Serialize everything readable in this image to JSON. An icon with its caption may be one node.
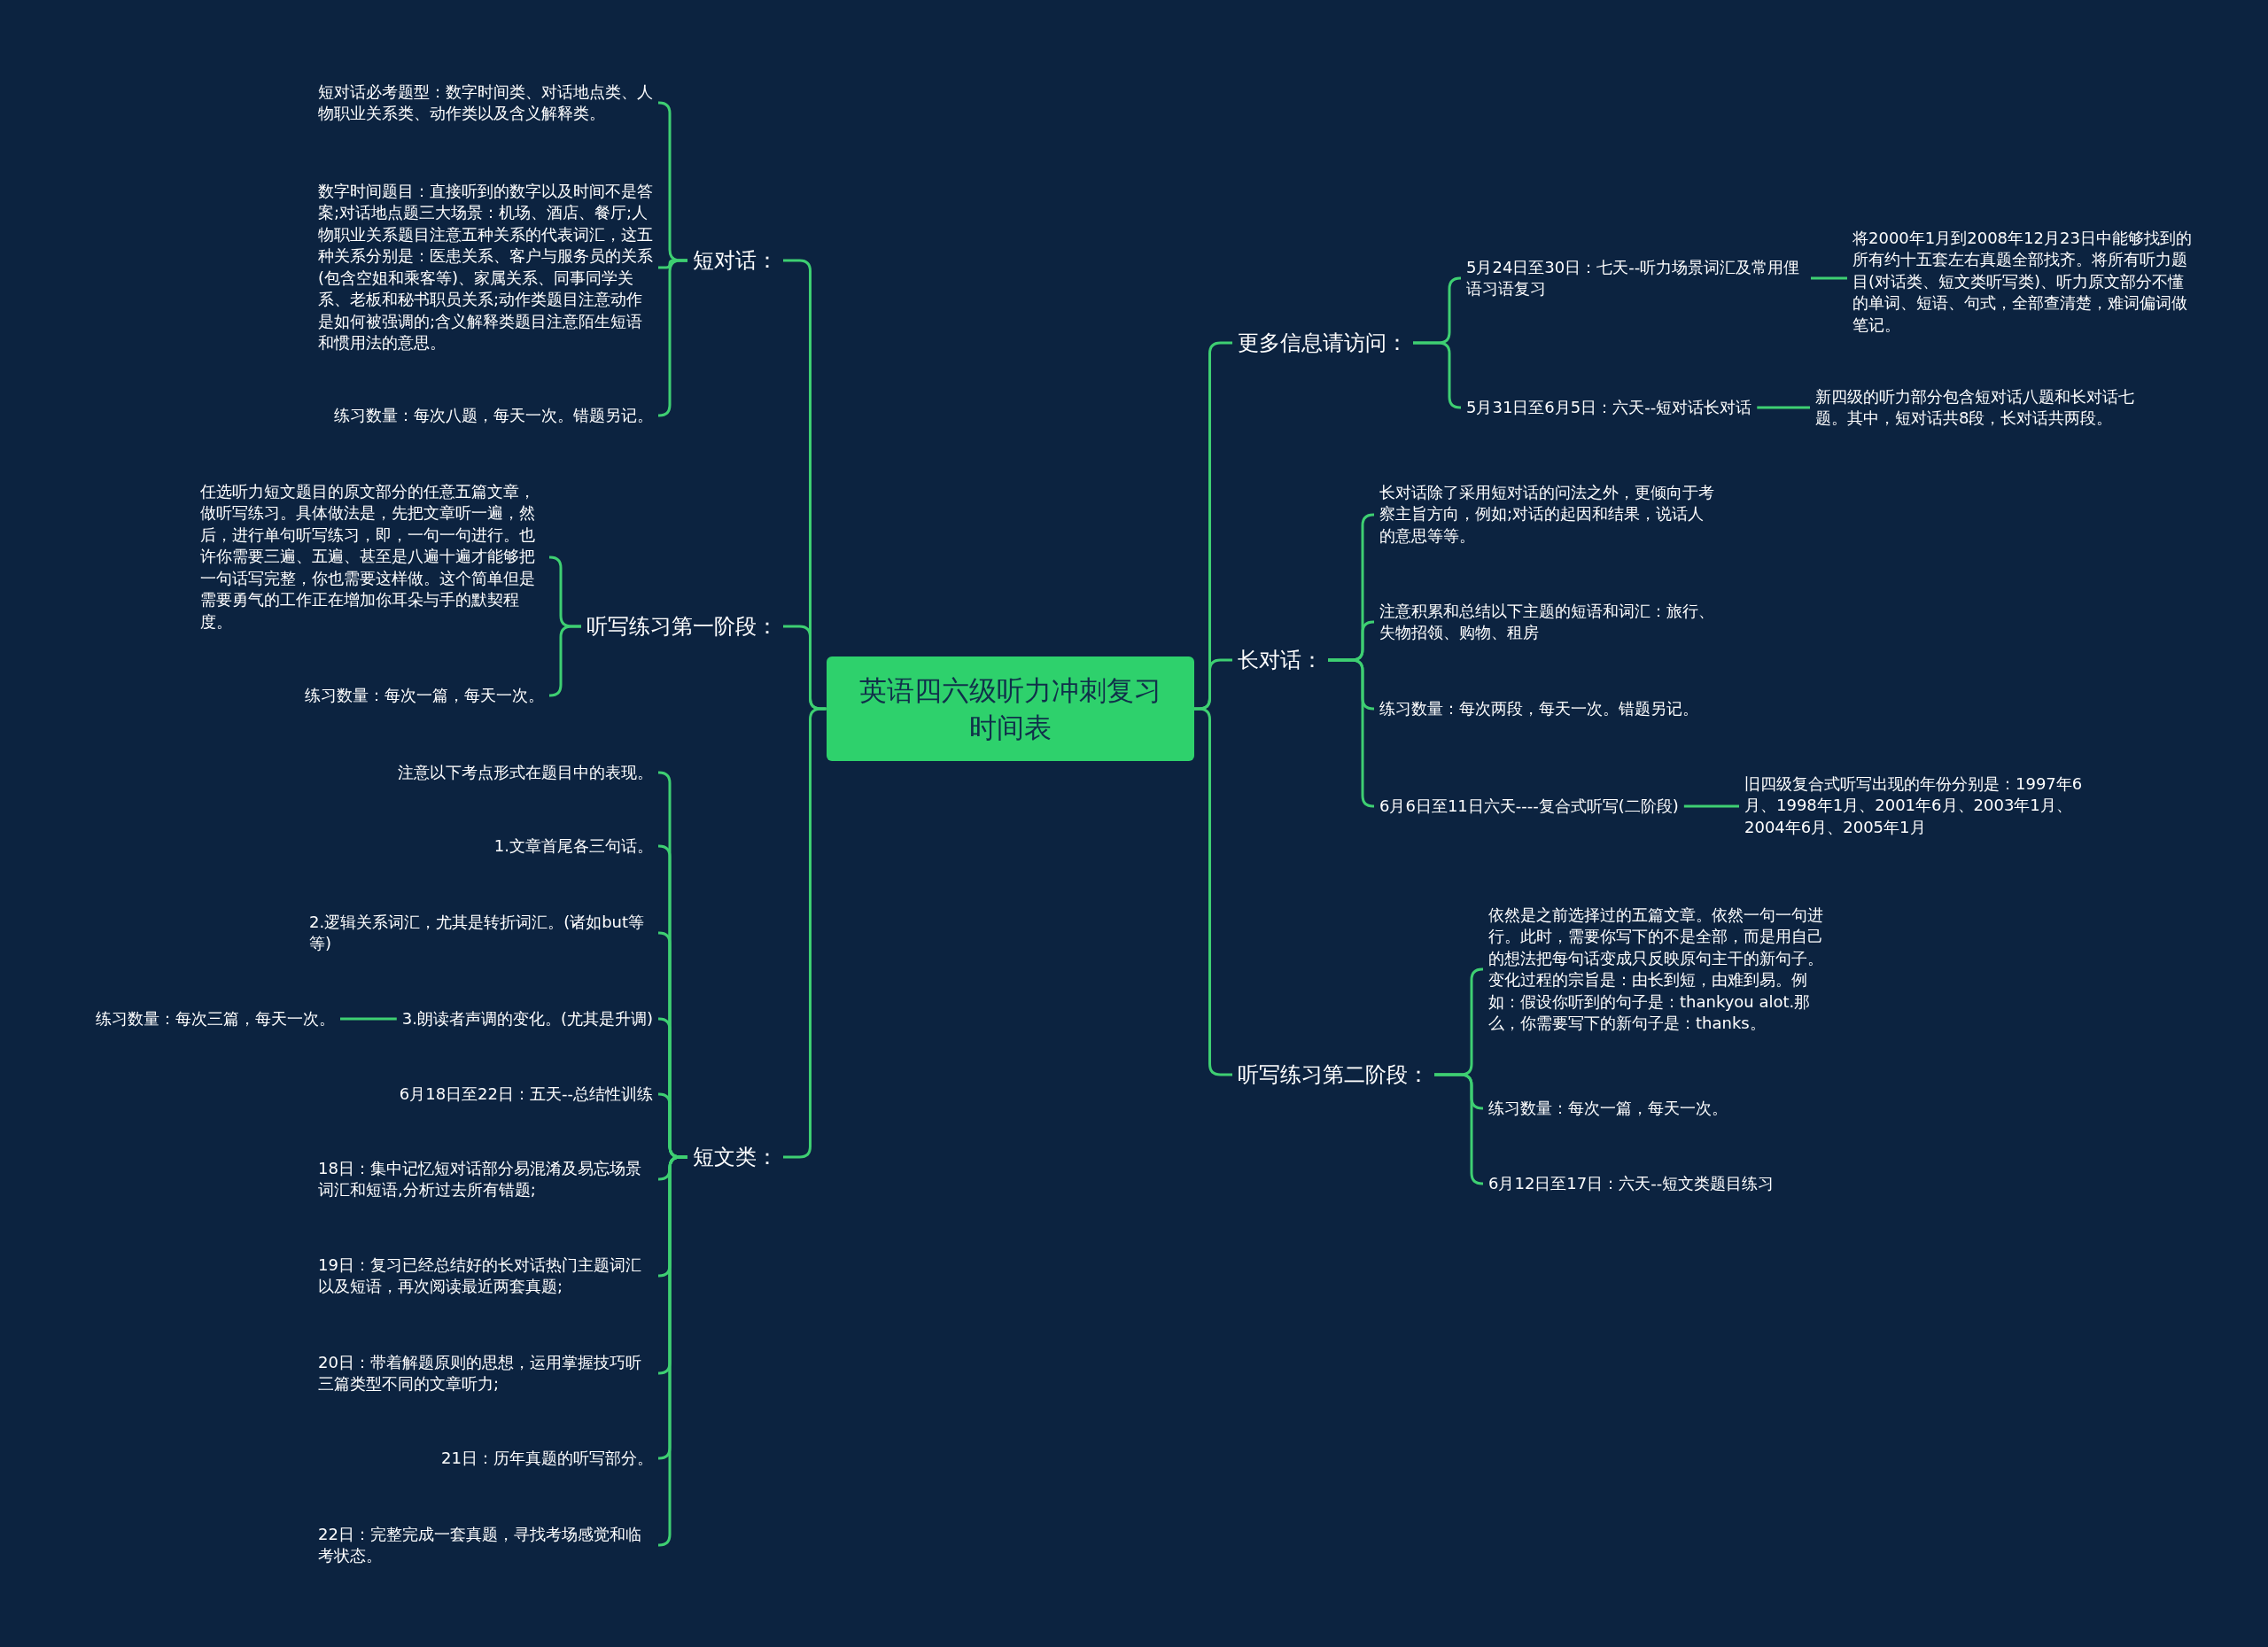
{
  "diagram": {
    "nodes": [
      {
        "text": [
          "英语四六级听力冲刺复习时间表"
        ]
      },
      {
        "text": [
          "短对话："
        ]
      },
      {
        "text": [
          "短对话必考题型：数字时间类、对话地点类、人物职业关系类、动作类以及含义解释类。"
        ]
      },
      {
        "text": [
          "数字时间题目：直接听到的数字以及时间不是答案;对话地点题三大场景：机场、酒店、餐厅;人物职业关系题目注意五种关系的代表词汇，这五种关系分别是：医患关系、客户与服务员的关系(包含空姐和乘客等)、家属关系、同事同学关系、老板和秘书职员关系;动作类题目注意动作是如何被强调的;含义解释类题目注意陌生短语和惯用法的意思。"
        ]
      },
      {
        "text": [
          "练习数量：每次八题，每天一次。错题另记。"
        ]
      },
      {
        "text": [
          "听写练习第一阶段："
        ]
      },
      {
        "text": [
          "任选听力短文题目的原文部分的任意五篇文章，做听写练习。具体做法是，先把文章听一遍，然后，进行单句听写练习，即，一句一句进行。也许你需要三遍、五遍、甚至是八遍十遍才能够把一句话写完整，你也需要这样做。这个简单但是需要勇气的工作正在增加你耳朵与手的默契程度。"
        ]
      },
      {
        "text": [
          "练习数量：每次一篇，每天一次。"
        ]
      },
      {
        "text": [
          "短文类："
        ]
      },
      {
        "text": [
          "注意以下考点形式在题目中的表现。"
        ]
      },
      {
        "text": [
          "1.文章首尾各三句话。"
        ]
      },
      {
        "text": [
          "2.逻辑关系词汇，尤其是转折词汇。(诸如but等等)"
        ]
      },
      {
        "text": [
          "3.朗读者声调的变化。(尤其是升调)"
        ]
      },
      {
        "text": [
          "练习数量：每次三篇，每天一次。"
        ]
      },
      {
        "text": [
          "6月18日至22日：五天--总结性训练"
        ]
      },
      {
        "text": [
          "18日：集中记忆短对话部分易混淆及易忘场景词汇和短语,分析过去所有错题;"
        ]
      },
      {
        "text": [
          "19日：复习已经总结好的长对话热门主题词汇以及短语，再次阅读最近两套真题;"
        ]
      },
      {
        "text": [
          "20日：带着解题原则的思想，运用掌握技巧听三篇类型不同的文章听力;"
        ]
      },
      {
        "text": [
          "21日：历年真题的听写部分。"
        ]
      },
      {
        "text": [
          "22日：完整完成一套真题，寻找考场感觉和临考状态。"
        ]
      },
      {
        "text": [
          "更多信息请访问："
        ]
      },
      {
        "text": [
          "5月24日至30日：七天--听力场景词汇及常用俚语习语复习"
        ]
      },
      {
        "text": [
          "将2000年1月到2008年12月23日中能够找到的所有约十五套左右真题全部找齐。将所有听力题目(对话类、短文类听写类)、听力原文部分不懂的单词、短语、句式，全部查清楚，难词偏词做笔记。"
        ]
      },
      {
        "text": [
          "5月31日至6月5日：六天--短对话长对话"
        ]
      },
      {
        "text": [
          "新四级的听力部分包含短对话八题和长对话七题。其中，短对话共8段，长对话共两段。"
        ]
      },
      {
        "text": [
          "长对话："
        ]
      },
      {
        "text": [
          "长对话除了采用短对话的问法之外，更倾向于考察主旨方向，例如;对话的起因和结果，说话人的意思等等。"
        ]
      },
      {
        "text": [
          "注意积累和总结以下主题的短语和词汇：旅行、失物招领、购物、租房"
        ]
      },
      {
        "text": [
          "练习数量：每次两段，每天一次。错题另记。"
        ]
      },
      {
        "text": [
          "6月6日至11日六天----复合式听写(二阶段)"
        ]
      },
      {
        "text": [
          "旧四级复合式听写出现的年份分别是：1997年6月、1998年1月、2001年6月、2003年1月、2004年6月、2005年1月"
        ]
      },
      {
        "text": [
          "听写练习第二阶段："
        ]
      },
      {
        "text": [
          "依然是之前选择过的五篇文章。依然一句一句进行。此时，需要你写下的不是全部，而是用自己的想法把每句话变成只反映原句主干的新句子。变化过程的宗旨是：由长到短，由难到易。例如：假设你听到的句子是：thankyou alot.那么，你需要写下的新句子是：thanks。"
        ]
      },
      {
        "text": [
          "练习数量：每次一篇，每天一次。"
        ]
      },
      {
        "text": [
          "6月12日至17日：六天--短文类题目练习"
        ]
      }
    ],
    "edges": [
      {
        "from": 0,
        "to": 1,
        "arrow": "none"
      },
      {
        "from": 1,
        "to": 2,
        "arrow": "none"
      },
      {
        "from": 1,
        "to": 3,
        "arrow": "none"
      },
      {
        "from": 1,
        "to": 4,
        "arrow": "none"
      },
      {
        "from": 0,
        "to": 5,
        "arrow": "none"
      },
      {
        "from": 5,
        "to": 6,
        "arrow": "none"
      },
      {
        "from": 5,
        "to": 7,
        "arrow": "none"
      },
      {
        "from": 0,
        "to": 8,
        "arrow": "none"
      },
      {
        "from": 8,
        "to": 9,
        "arrow": "none"
      },
      {
        "from": 8,
        "to": 10,
        "arrow": "none"
      },
      {
        "from": 8,
        "to": 11,
        "arrow": "none"
      },
      {
        "from": 8,
        "to": 12,
        "arrow": "none"
      },
      {
        "from": 12,
        "to": 13,
        "arrow": "none"
      },
      {
        "from": 8,
        "to": 14,
        "arrow": "none"
      },
      {
        "from": 8,
        "to": 15,
        "arrow": "none"
      },
      {
        "from": 8,
        "to": 16,
        "arrow": "none"
      },
      {
        "from": 8,
        "to": 17,
        "arrow": "none"
      },
      {
        "from": 8,
        "to": 18,
        "arrow": "none"
      },
      {
        "from": 8,
        "to": 19,
        "arrow": "none"
      },
      {
        "from": 0,
        "to": 20,
        "arrow": "none"
      },
      {
        "from": 20,
        "to": 21,
        "arrow": "none"
      },
      {
        "from": 21,
        "to": 22,
        "arrow": "none"
      },
      {
        "from": 20,
        "to": 23,
        "arrow": "none"
      },
      {
        "from": 23,
        "to": 24,
        "arrow": "none"
      },
      {
        "from": 0,
        "to": 25,
        "arrow": "none"
      },
      {
        "from": 25,
        "to": 26,
        "arrow": "none"
      },
      {
        "from": 25,
        "to": 27,
        "arrow": "none"
      },
      {
        "from": 25,
        "to": 28,
        "arrow": "none"
      },
      {
        "from": 25,
        "to": 29,
        "arrow": "none"
      },
      {
        "from": 29,
        "to": 30,
        "arrow": "none"
      },
      {
        "from": 0,
        "to": 31,
        "arrow": "none"
      },
      {
        "from": 31,
        "to": 32,
        "arrow": "none"
      },
      {
        "from": 31,
        "to": 33,
        "arrow": "none"
      },
      {
        "from": 31,
        "to": 34,
        "arrow": "none"
      }
    ]
  }
}
